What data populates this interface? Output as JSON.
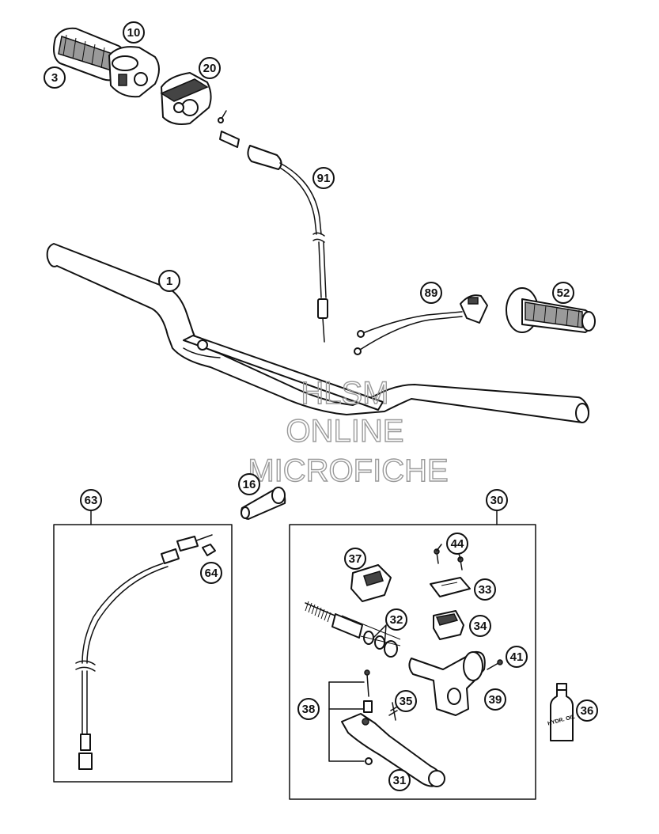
{
  "watermark": {
    "line1": "HLSM",
    "line2": "ONLINE",
    "line3": "MICROFICHE"
  },
  "callouts": [
    {
      "id": "c10",
      "label": "10"
    },
    {
      "id": "c3",
      "label": "3"
    },
    {
      "id": "c20",
      "label": "20"
    },
    {
      "id": "c91",
      "label": "91"
    },
    {
      "id": "c1",
      "label": "1"
    },
    {
      "id": "c89",
      "label": "89"
    },
    {
      "id": "c52",
      "label": "52"
    },
    {
      "id": "c16",
      "label": "16"
    },
    {
      "id": "c63",
      "label": "63"
    },
    {
      "id": "c64",
      "label": "64"
    },
    {
      "id": "c30",
      "label": "30"
    },
    {
      "id": "c44",
      "label": "44"
    },
    {
      "id": "c37",
      "label": "37"
    },
    {
      "id": "c33",
      "label": "33"
    },
    {
      "id": "c32",
      "label": "32"
    },
    {
      "id": "c34",
      "label": "34"
    },
    {
      "id": "c41",
      "label": "41"
    },
    {
      "id": "c39",
      "label": "39"
    },
    {
      "id": "c38",
      "label": "38"
    },
    {
      "id": "c35",
      "label": "35"
    },
    {
      "id": "c36",
      "label": "36"
    },
    {
      "id": "c31",
      "label": "31"
    }
  ],
  "bottle_label": "HYDR. OIL"
}
